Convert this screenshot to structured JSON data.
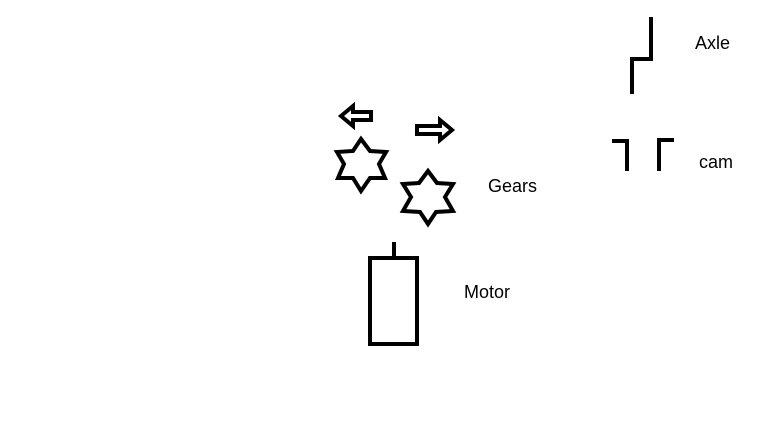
{
  "labels": {
    "axle": "Axle",
    "cam": "cam",
    "gears": "Gears",
    "motor": "Motor"
  },
  "colors": {
    "stroke": "#000000",
    "background": "#ffffff"
  },
  "icons": {
    "left_arrow": "arrow-left-icon",
    "right_arrow": "arrow-right-icon",
    "gear_1": "gear-star-icon",
    "gear_2": "gear-star-icon"
  }
}
